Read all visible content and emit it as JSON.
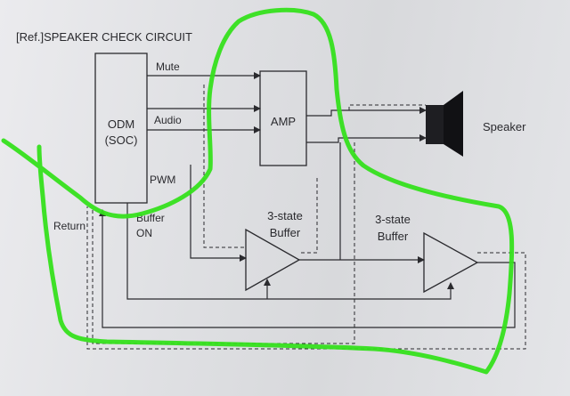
{
  "title": "[Ref.]SPEAKER CHECK CIRCUIT",
  "blocks": {
    "soc_line1": "ODM",
    "soc_line2": "(SOC)",
    "amp": "AMP",
    "speaker": "Speaker"
  },
  "signals": {
    "mute": "Mute",
    "audio": "Audio",
    "pwm": "PWM",
    "return": "Return",
    "buffer_on_line1": "Buffer",
    "buffer_on_line2": "ON"
  },
  "buffers": [
    {
      "line1": "3-state",
      "line2": "Buffer"
    },
    {
      "line1": "3-state",
      "line2": "Buffer"
    }
  ],
  "colors": {
    "paper": "#e4e5e8",
    "ink": "#2a2a2e",
    "highlight": "#35e01c"
  }
}
